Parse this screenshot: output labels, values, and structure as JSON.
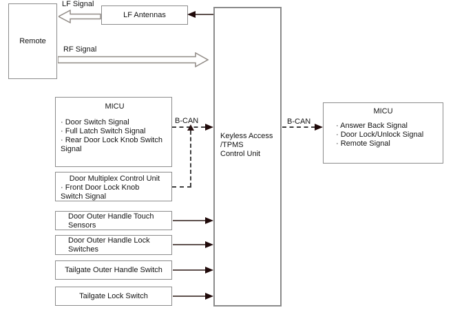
{
  "labels": {
    "lf_signal": "LF Signal",
    "rf_signal": "RF Signal",
    "bcan_left": "B-CAN",
    "bcan_right": "B-CAN"
  },
  "nodes": {
    "remote": {
      "label": "Remote"
    },
    "lf_antennas": {
      "label": "LF Antennas"
    },
    "control_unit": {
      "line1": "Keyless Access",
      "line2": "/TPMS",
      "line3": "Control Unit"
    },
    "micu_left": {
      "title": "MICU",
      "items": [
        "· Door Switch Signal",
        "· Full Latch Switch Signal",
        "· Rear Door Lock Knob Switch Signal"
      ]
    },
    "door_multiplex": {
      "title": "Door Multiplex Control Unit",
      "items": [
        "· Front Door Lock Knob Switch Signal"
      ]
    },
    "touch_sensors": {
      "label": "Door Outer Handle Touch Sensors"
    },
    "lock_switches": {
      "label": "Door Outer Handle Lock Switches"
    },
    "tailgate_outer": {
      "label": "Tailgate Outer Handle Switch"
    },
    "tailgate_lock": {
      "label": "Tailgate Lock Switch"
    },
    "micu_right": {
      "title": "MICU",
      "items": [
        "· Answer Back Signal",
        "· Door Lock/Unlock Signal",
        "· Remote Signal"
      ]
    }
  },
  "colors": {
    "box_border": "#8a8a8a",
    "arrow_head": "#200a0a",
    "arrow_shaft": "#5d4f4c",
    "dashed_line": "#3d3d3d",
    "background": "#ffffff",
    "text": "#111111"
  }
}
